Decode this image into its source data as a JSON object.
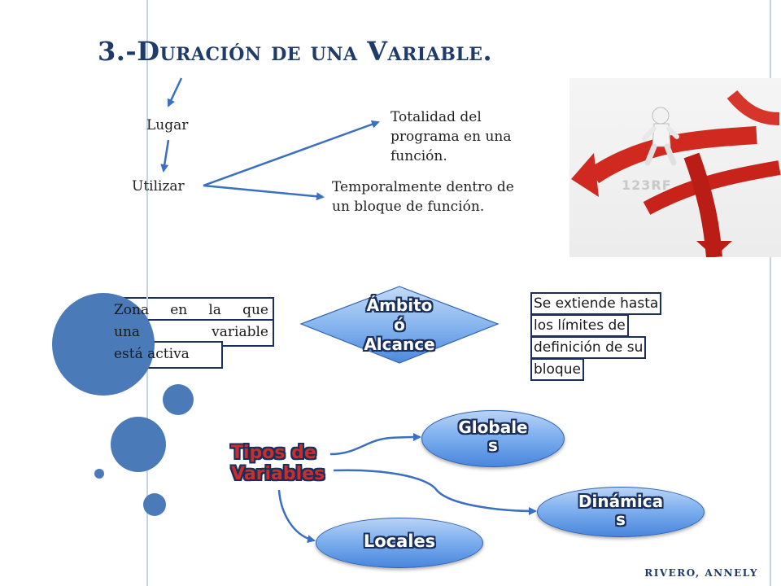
{
  "title": "3.-Duración de una Variable.",
  "top_diagram": {
    "lugar": "Lugar",
    "utilizar": "Utilizar",
    "totalidad": "Totalidad del programa en una función.",
    "temporalmente": "Temporalmente dentro de un bloque de función."
  },
  "image": {
    "watermark": "123RF",
    "icon": "person-crossroads-arrows-icon"
  },
  "scope": {
    "zona_rows": [
      [
        "Zona",
        "en",
        "la",
        "que"
      ],
      [
        "una",
        "variable"
      ],
      [
        "está activa"
      ]
    ],
    "ambito_lines": [
      "Ámbito",
      "ó",
      "Alcance"
    ],
    "extiende_lines": [
      "Se extiende hasta",
      "los límites de",
      "definición de su",
      "bloque"
    ]
  },
  "types": {
    "tipos_lines": [
      "Tipos de",
      "Variables"
    ],
    "globales_lines": [
      "Globale",
      "s"
    ],
    "dinamicas_lines": [
      "Dinámica",
      "s"
    ],
    "locales": "Locales"
  },
  "author": "RIVERO, ANNELY",
  "colors": {
    "title": "#1f3b6a",
    "circle": "#4a7ab8",
    "arrow": "#3a6fc2",
    "outline": "#1b2f5a",
    "tipos_red": "#c62f2f"
  }
}
